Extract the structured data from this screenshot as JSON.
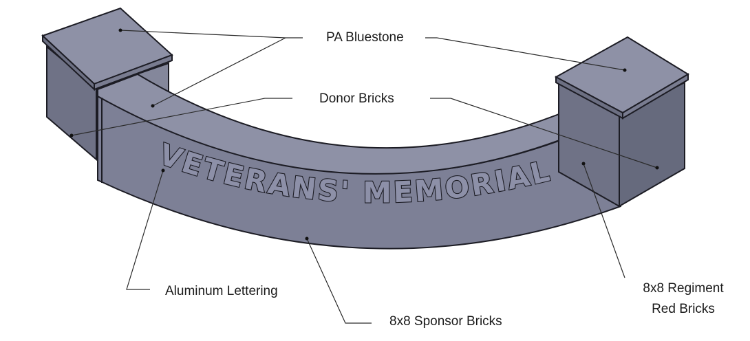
{
  "diagram": {
    "engraving_text": "VETERANS' MEMORIAL",
    "labels": {
      "bluestone": "PA Bluestone",
      "donor_bricks": "Donor Bricks",
      "aluminum_lettering": "Aluminum Lettering",
      "sponsor_bricks": "8x8 Sponsor Bricks",
      "regiment_line1": "8x8 Regiment",
      "regiment_line2": "Red Bricks"
    },
    "colors": {
      "stone_top": "#8e91a6",
      "wall_face": "#7d8096",
      "wall_dark": "#666a7d",
      "outline": "#1c1c24"
    }
  }
}
